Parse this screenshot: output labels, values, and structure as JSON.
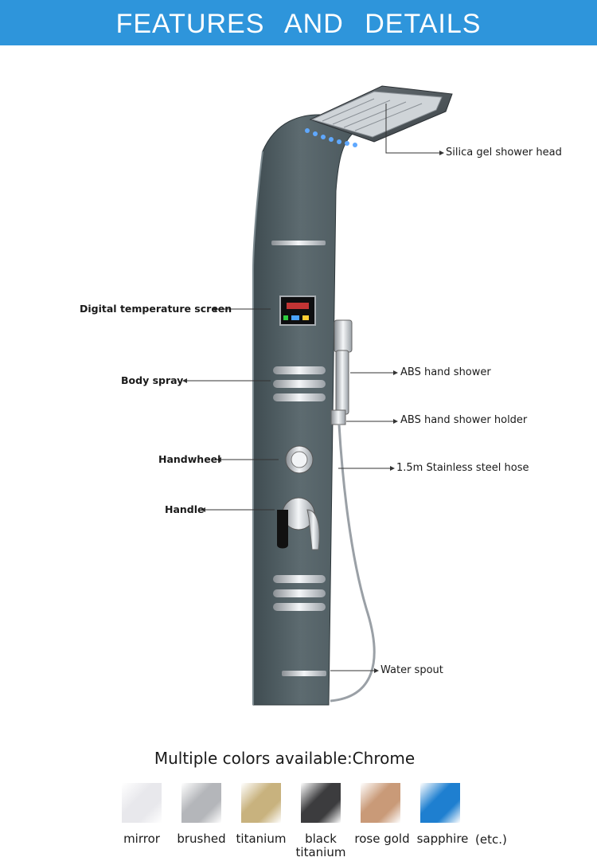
{
  "header": {
    "title": "FEATURES AND DETAILS",
    "bg_color": "#2e95db"
  },
  "callouts": {
    "shower_head": "Silica gel shower head",
    "temp_screen": "Digital temperature screen",
    "body_spray": "Body spray",
    "hand_shower": "ABS hand shower",
    "hand_shower_holder": "ABS hand shower holder",
    "handwheel": "Handwheel",
    "hose": "1.5m Stainless steel hose",
    "handle": "Handle",
    "water_spout": "Water spout"
  },
  "colors": {
    "title": "Multiple colors available:Chrome",
    "swatches": [
      {
        "label": "mirror",
        "color": "#e8e8ec"
      },
      {
        "label": "brushed",
        "color": "#b4b6ba"
      },
      {
        "label": "titanium",
        "color": "#c8b27e"
      },
      {
        "label": "black titanium",
        "color": "#3c3c3e"
      },
      {
        "label": "rose gold",
        "color": "#c99a78"
      },
      {
        "label": "sapphire",
        "color": "#1e7fd0"
      }
    ],
    "etc": "(etc.)"
  }
}
